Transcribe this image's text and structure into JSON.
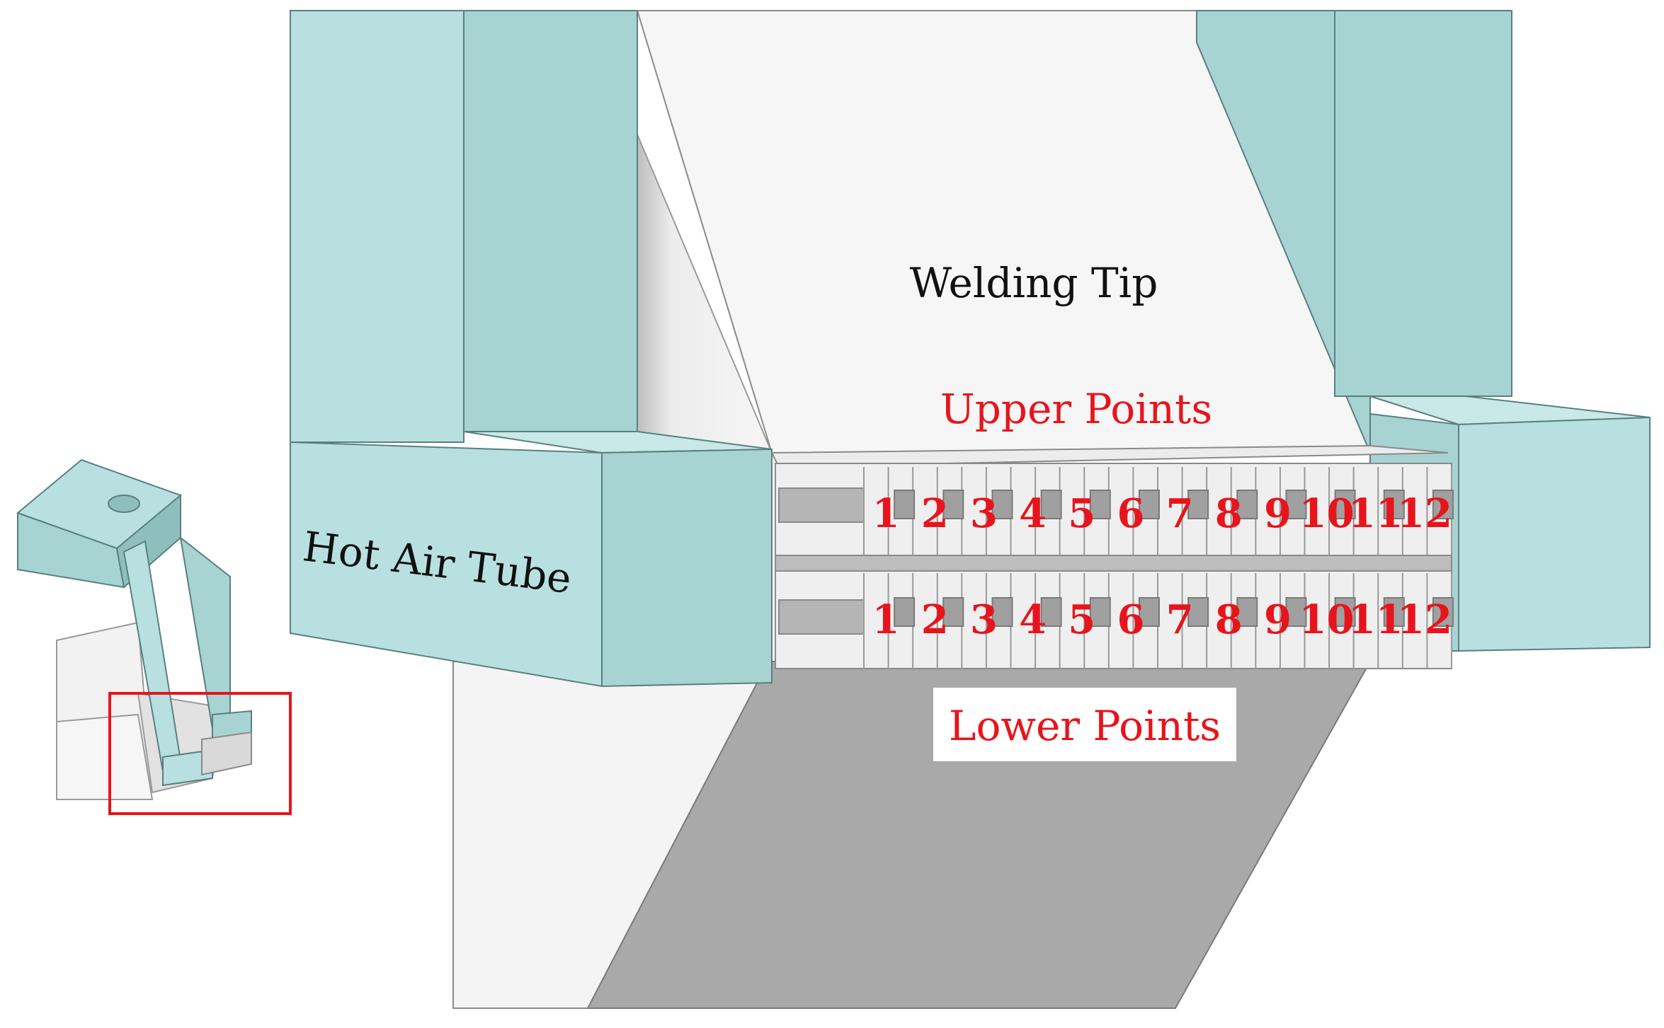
{
  "labels": {
    "welding_tip": "Welding Tip",
    "upper_points": "Upper Points",
    "hot_air_tube": "Hot Air Tube",
    "lower_points": "Lower Points"
  },
  "point_numbers": [
    "1",
    "2",
    "3",
    "4",
    "5",
    "6",
    "7",
    "8",
    "9",
    "10",
    "11",
    "12"
  ],
  "colors": {
    "teal_light": "#b9e0e0",
    "teal_mid": "#a8d3d3",
    "teal_dark": "#8ebebe",
    "light_gray": "#f3f3f3",
    "mid_gray": "#a9a9a9",
    "annotation_red": "#e8141c"
  }
}
